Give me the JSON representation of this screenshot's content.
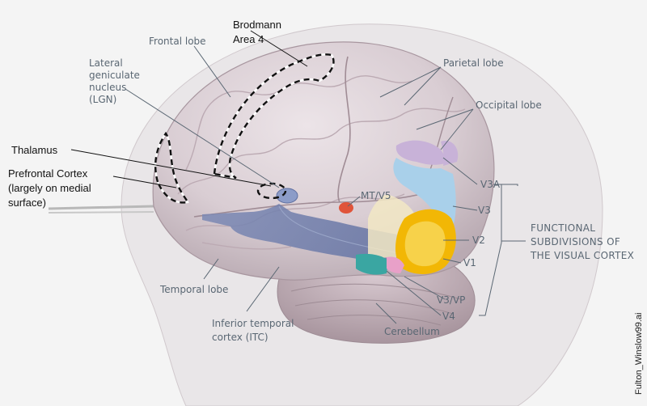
{
  "title_labels": {
    "brodmann_line1": "Brodmann",
    "brodmann_line2": "Area 4"
  },
  "labels": {
    "frontal_lobe": "Frontal lobe",
    "lgn_line1": "Lateral",
    "lgn_line2": "geniculate",
    "lgn_line3": "nucleus",
    "lgn_line4": "(LGN)",
    "parietal_lobe": "Parietal lobe",
    "occipital_lobe": "Occipital lobe",
    "thalamus": "Thalamus",
    "prefrontal_line1": "Prefrontal Cortex",
    "prefrontal_line2": "(largely on medial",
    "prefrontal_line3": "surface)",
    "mt_v5": "MT/V5",
    "v3a": "V3A",
    "v3": "V3",
    "v2": "V2",
    "v1": "V1",
    "v3_vp": "V3/VP",
    "v4": "V4",
    "temporal_lobe": "Temporal lobe",
    "itc_line1": "Inferior temporal",
    "itc_line2": "cortex (ITC)",
    "cerebellum": "Cerebellum",
    "functional_line1": "FUNCTIONAL",
    "functional_line2": "SUBDIVISIONS OF",
    "functional_line3": "THE VISUAL CORTEX"
  },
  "credit": "Fulton_Winslow99.ai",
  "colors": {
    "background": "#f4f4f4",
    "brain": "#d9cdd3",
    "v1": "#f2b705",
    "v2": "#f7d24a",
    "v3": "#a9d0ea",
    "v3a": "#c8b2d8",
    "v4": "#3aa6a2",
    "mt": "#e0543a",
    "optic_radiation": "#6f7fae",
    "label_gray": "#5a6773"
  }
}
